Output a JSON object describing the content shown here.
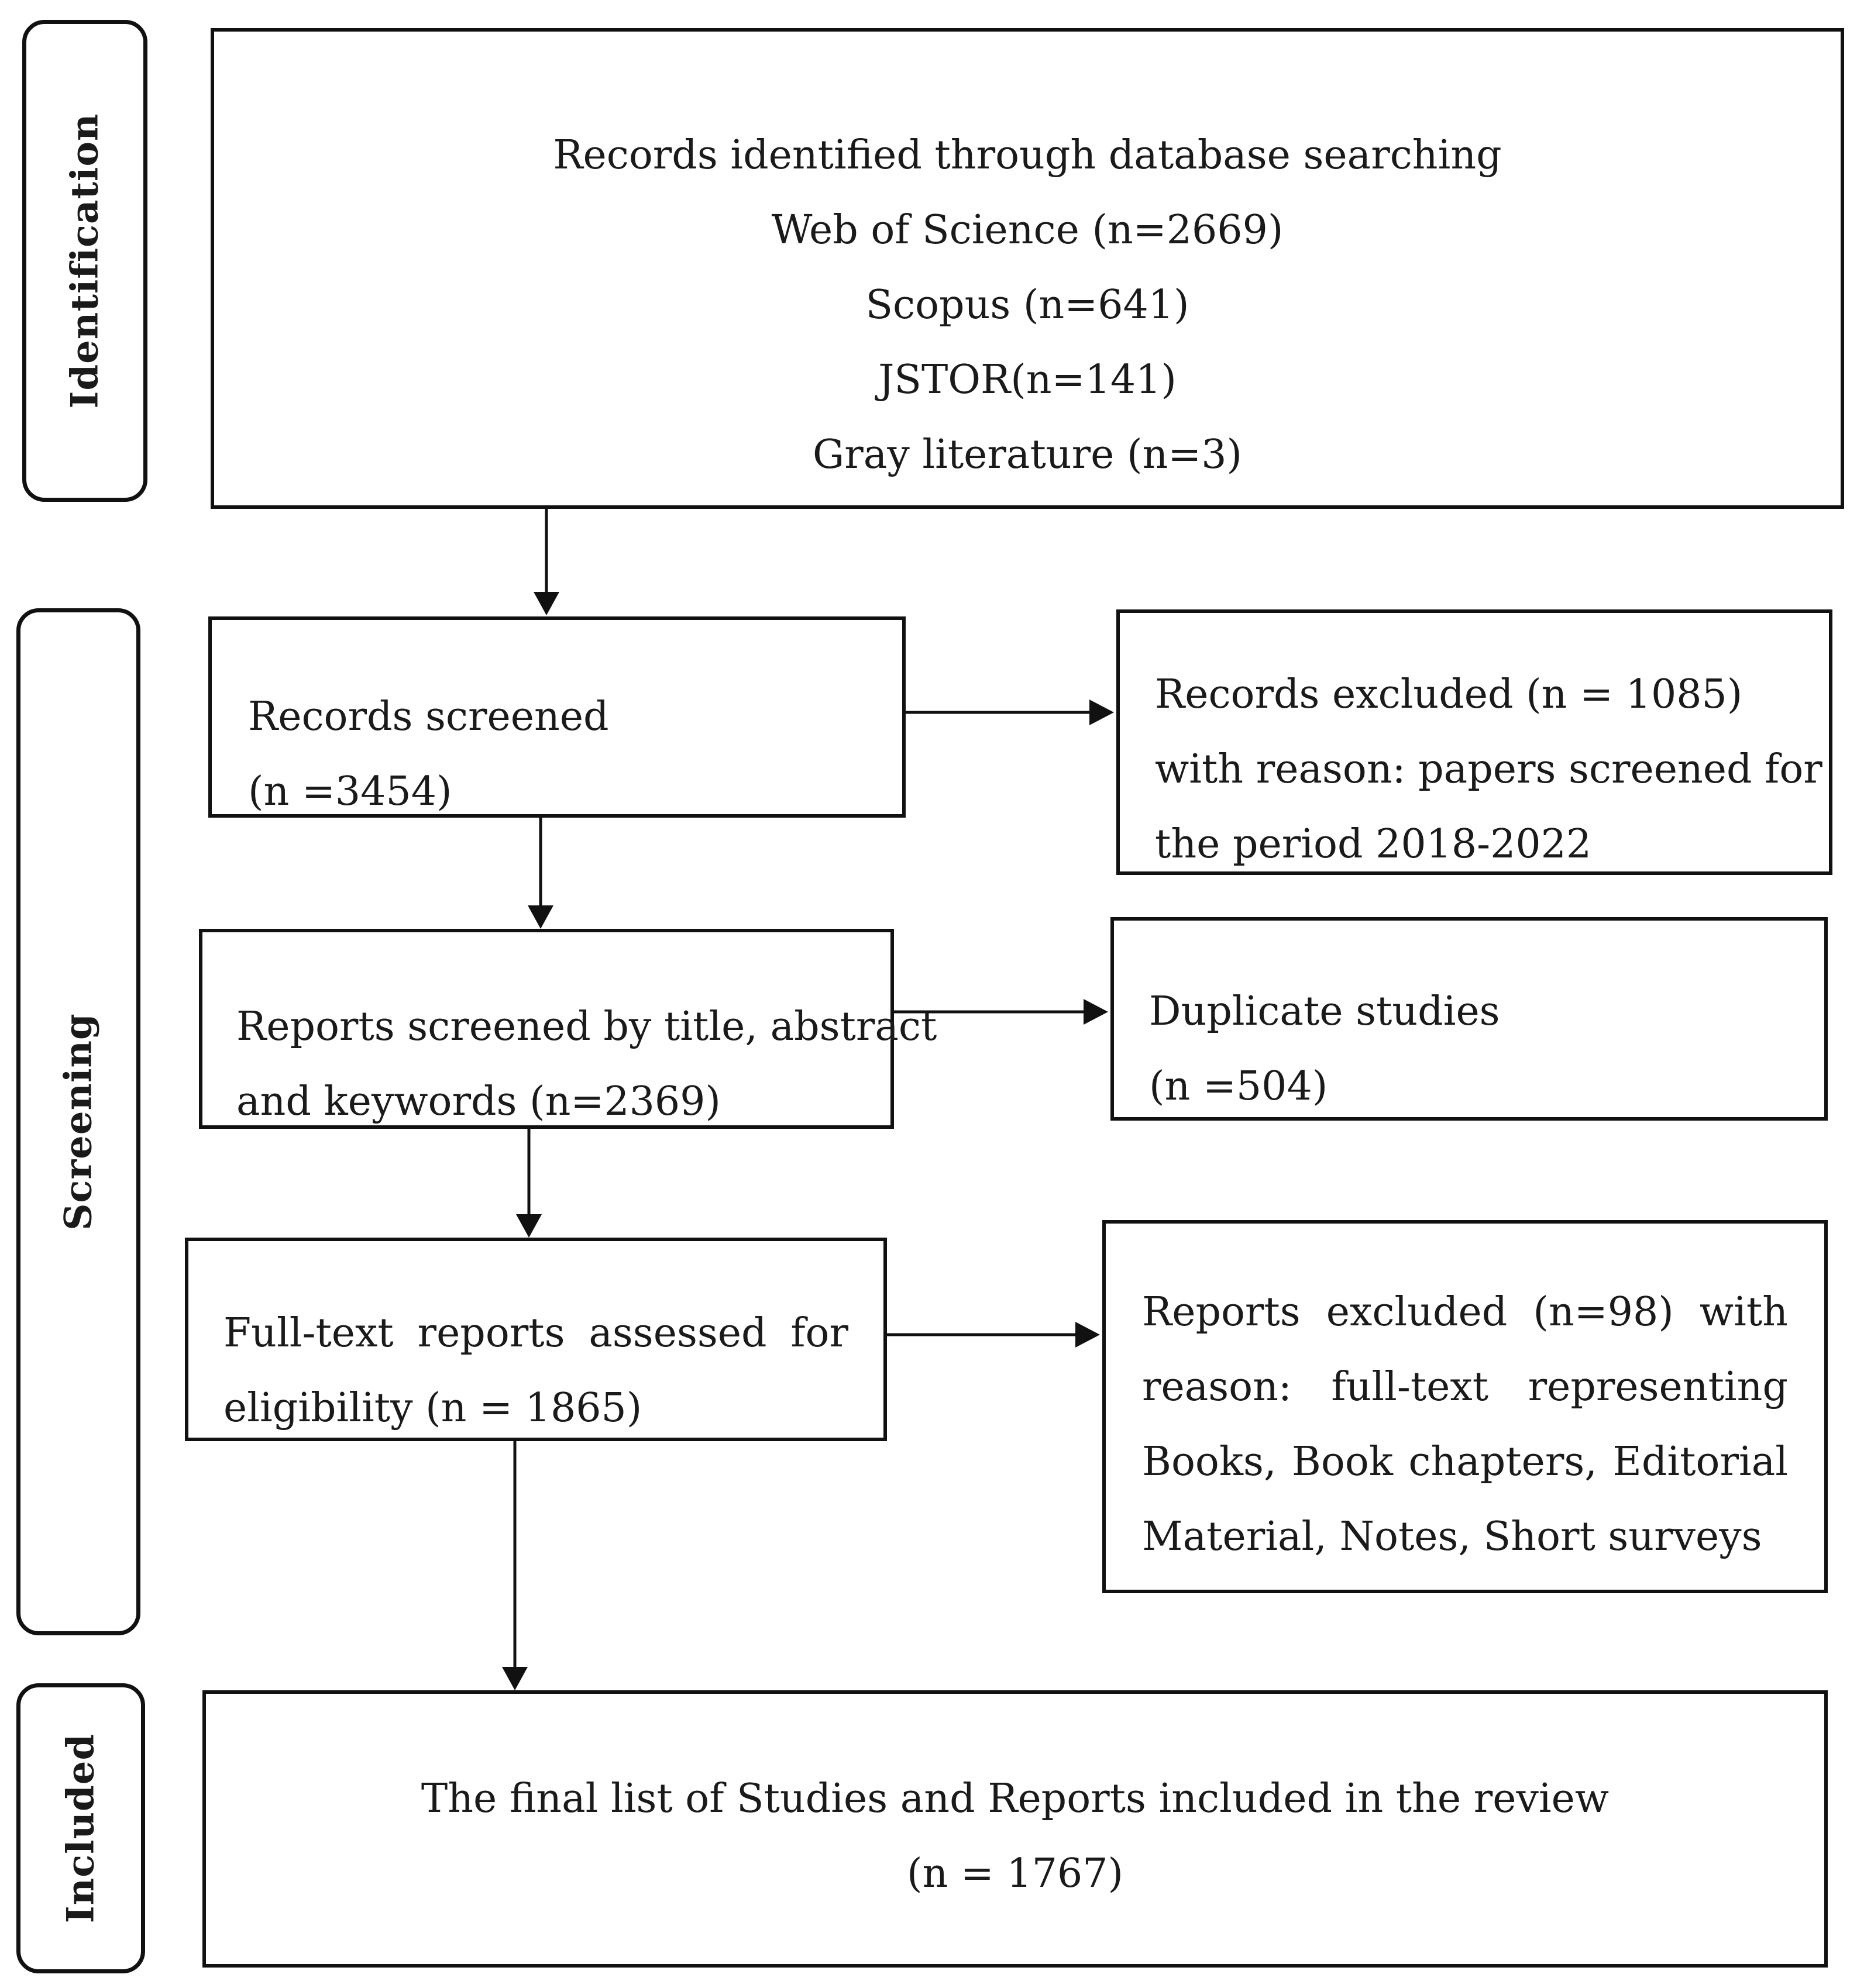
{
  "phases": {
    "identification": "Identification",
    "screening": "Screening",
    "included": "Included"
  },
  "identification_box": {
    "title": "Records identified through database searching",
    "sources": [
      "Web of Science (n=2669)",
      "Scopus (n=641)",
      "JSTOR(n=141)",
      "Gray literature (n=3)"
    ]
  },
  "records_screened": {
    "label": "Records screened",
    "count": "(n =3454)"
  },
  "records_excluded": {
    "lines": [
      "Records excluded (n = 1085)",
      "with reason: papers screened for",
      "the period 2018-2022"
    ]
  },
  "reports_screened": {
    "lines": [
      "Reports screened by title, abstract",
      "and keywords (n=2369)"
    ]
  },
  "duplicates": {
    "label": "Duplicate studies",
    "count": "(n =504)"
  },
  "fulltext_assessed": {
    "lines": [
      "Full-text reports assessed for",
      "eligibility  (n = 1865)"
    ]
  },
  "reports_excluded": {
    "lines": [
      "Reports excluded (n=98) with",
      "reason: full-text representing",
      "Books, Book chapters, Editorial",
      "Material, Notes, Short surveys"
    ]
  },
  "final": {
    "label": "The final list of Studies and Reports included in the review",
    "count": "(n = 1767)"
  }
}
